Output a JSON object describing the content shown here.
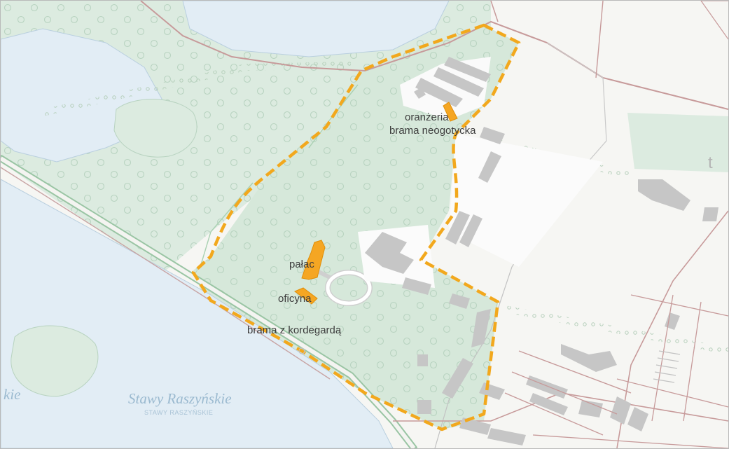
{
  "map": {
    "labels": {
      "oranzeria": "oranżeria",
      "brama_neogotycka": "brama neogotycka",
      "palac": "pałac",
      "oficyna": "oficyna",
      "brama_z_kordegarda": "brama z kordegardą"
    },
    "lake": {
      "name": "Stawy Raszyńskie",
      "subname": "STAWY RASZYŃSKIE",
      "edge_fragment": "kie"
    },
    "symbols": {
      "terrain_t": "t"
    },
    "colors": {
      "boundary": "#f2a81d",
      "heritage_building": "#f5a623",
      "water": "#e3eef6",
      "forest": "#dcebe0",
      "building": "#c6c6c6",
      "road": "#c79a9a"
    },
    "icons": {
      "boundary": "dashed-boundary-line",
      "tree_symbol": "tree-circle-icon"
    }
  }
}
